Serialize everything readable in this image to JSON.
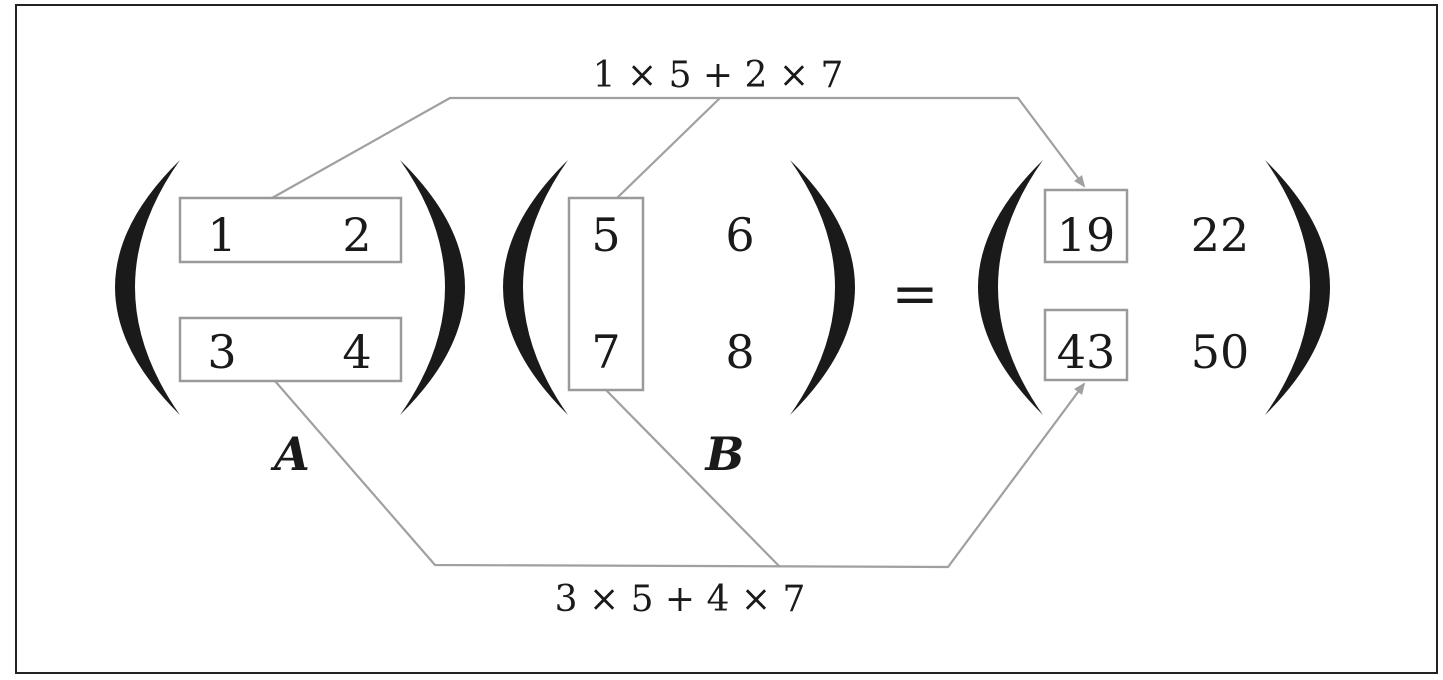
{
  "matrix_a": {
    "label": "A",
    "rows": [
      [
        "1",
        "2"
      ],
      [
        "3",
        "4"
      ]
    ]
  },
  "matrix_b": {
    "label": "B",
    "rows": [
      [
        "5",
        "6"
      ],
      [
        "7",
        "8"
      ]
    ]
  },
  "equals": "=",
  "result": {
    "rows": [
      [
        "19",
        "22"
      ],
      [
        "43",
        "50"
      ]
    ]
  },
  "top_annotation": "1 × 5 + 2 × 7",
  "bottom_annotation": "3 × 5 + 4 × 7",
  "colors": {
    "text": "#1a1a1a",
    "highlight_box": "#9a9a9a",
    "connector": "#a0a0a0"
  }
}
